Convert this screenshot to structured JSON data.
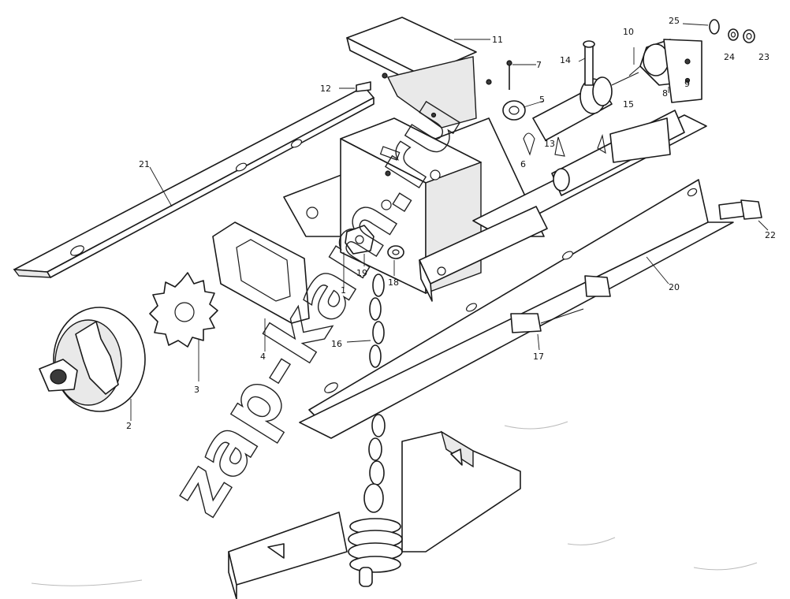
{
  "diagram": {
    "callouts": [
      "1",
      "2",
      "3",
      "4",
      "5",
      "6",
      "7",
      "8",
      "9",
      "10",
      "11",
      "12",
      "13",
      "14",
      "15",
      "16",
      "17",
      "18",
      "19",
      "20",
      "21",
      "22",
      "23",
      "24",
      "25"
    ],
    "watermark": "zap-kam.ru"
  }
}
